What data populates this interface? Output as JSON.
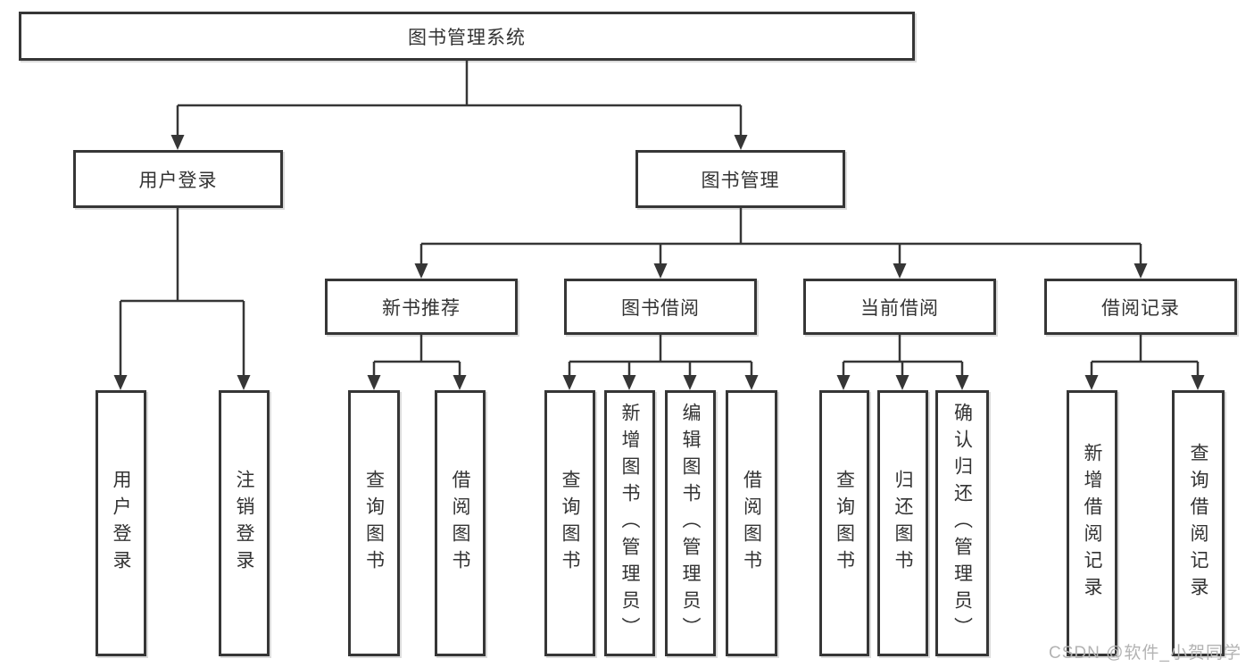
{
  "diagram": {
    "root": "图书管理系统",
    "branches": [
      {
        "label": "用户登录",
        "children": [
          "用户登录",
          "注销登录"
        ]
      },
      {
        "label": "图书管理",
        "groups": [
          {
            "label": "新书推荐",
            "children": [
              "查询图书",
              "借阅图书"
            ]
          },
          {
            "label": "图书借阅",
            "children": [
              "查询图书",
              "新增图书（管理员）",
              "编辑图书（管理员）",
              "借阅图书"
            ]
          },
          {
            "label": "当前借阅",
            "children": [
              "查询图书",
              "归还图书",
              "确认归还（管理员）"
            ]
          },
          {
            "label": "借阅记录",
            "children": [
              "新增借阅记录",
              "查询借阅记录"
            ]
          }
        ]
      }
    ]
  },
  "watermark": "CSDN @软件_小贺同学",
  "colors": {
    "line": "#363636",
    "text": "#333333",
    "watermark": "#b3b3b3",
    "background": "#ffffff"
  }
}
